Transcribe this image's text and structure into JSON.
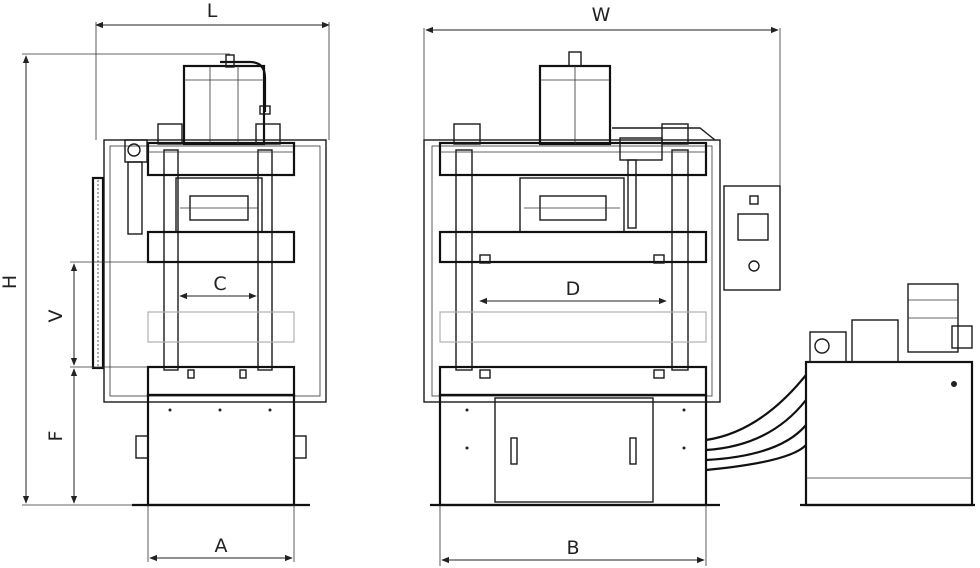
{
  "labels": {
    "L": "L",
    "W": "W",
    "H": "H",
    "V": "V",
    "F": "F",
    "C": "C",
    "D": "D",
    "A": "A",
    "B": "B"
  },
  "colors": {
    "line": "#1a1a1a",
    "ghost": "#b0b0b0",
    "background": "#ffffff"
  }
}
